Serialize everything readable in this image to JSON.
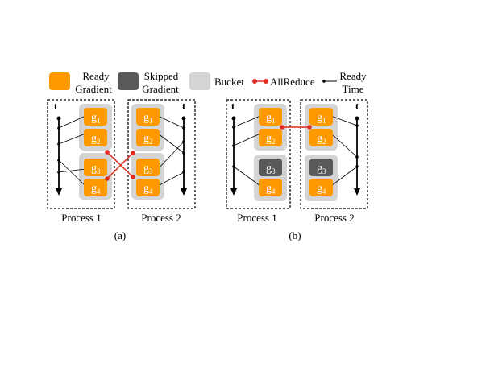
{
  "legend": {
    "ready_gradient": [
      "Ready",
      "Gradient"
    ],
    "skipped_gradient": [
      "Skipped",
      "Gradient"
    ],
    "bucket": "Bucket",
    "allreduce": "AllReduce",
    "ready_time": [
      "Ready",
      "Time"
    ]
  },
  "colors": {
    "ready": "#ff9900",
    "skipped": "#595959",
    "bucket": "#d4d4d4",
    "allreduce": "#e02b20",
    "line": "#000000"
  },
  "time_axis_label": "t",
  "gradient_prefix": "g",
  "panels": [
    {
      "caption": "(a)",
      "processes": [
        {
          "label": "Process 1",
          "gradients": [
            {
              "index": "1",
              "state": "ready"
            },
            {
              "index": "2",
              "state": "ready"
            },
            {
              "index": "3",
              "state": "ready"
            },
            {
              "index": "4",
              "state": "ready"
            }
          ]
        },
        {
          "label": "Process 2",
          "gradients": [
            {
              "index": "1",
              "state": "ready"
            },
            {
              "index": "2",
              "state": "ready"
            },
            {
              "index": "3",
              "state": "ready"
            },
            {
              "index": "4",
              "state": "ready"
            }
          ]
        }
      ]
    },
    {
      "caption": "(b)",
      "processes": [
        {
          "label": "Process 1",
          "gradients": [
            {
              "index": "1",
              "state": "ready"
            },
            {
              "index": "2",
              "state": "ready"
            },
            {
              "index": "3",
              "state": "skipped"
            },
            {
              "index": "4",
              "state": "ready"
            }
          ]
        },
        {
          "label": "Process 2",
          "gradients": [
            {
              "index": "1",
              "state": "ready"
            },
            {
              "index": "2",
              "state": "ready"
            },
            {
              "index": "3",
              "state": "skipped"
            },
            {
              "index": "4",
              "state": "ready"
            }
          ]
        }
      ]
    }
  ]
}
